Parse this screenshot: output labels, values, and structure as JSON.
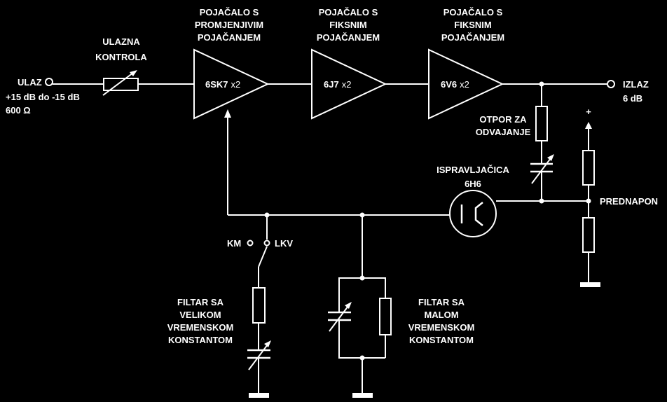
{
  "input": {
    "label": "ULAZ",
    "range": "+15 dB do -15 dB",
    "impedance": "600 Ω"
  },
  "output": {
    "label": "IZLAZ",
    "level": "6 dB"
  },
  "input_control": {
    "line1": "ULAZNA",
    "line2": "KONTROLA"
  },
  "amplifiers": [
    {
      "title": [
        "POJAČALO S",
        "PROMJENJIVIM",
        "POJAČANJEM"
      ],
      "tube": "6SK7",
      "mult": "x2"
    },
    {
      "title": [
        "POJAČALO S",
        "FIKSNIM",
        "POJAČANJEM"
      ],
      "tube": "6J7",
      "mult": "x2"
    },
    {
      "title": [
        "POJAČALO S",
        "FIKSNIM",
        "POJAČANJEM"
      ],
      "tube": "6V6",
      "mult": "x2"
    }
  ],
  "isolation_resistor": {
    "line1": "OTPOR ZA",
    "line2": "ODVAJANJE"
  },
  "rectifier": {
    "line1": "ISPRAVLJAČICA",
    "line2": "6H6"
  },
  "bias": {
    "plus": "+",
    "label": "PREDNAPON"
  },
  "switch": {
    "km": "KM",
    "lkv": "LKV"
  },
  "long_filter": [
    "FILTAR SA",
    "VELIKOM",
    "VREMENSKOM",
    "KONSTANTOM"
  ],
  "short_filter": [
    "FILTAR SA",
    "MALOM",
    "VREMENSKOM",
    "KONSTANTOM"
  ]
}
